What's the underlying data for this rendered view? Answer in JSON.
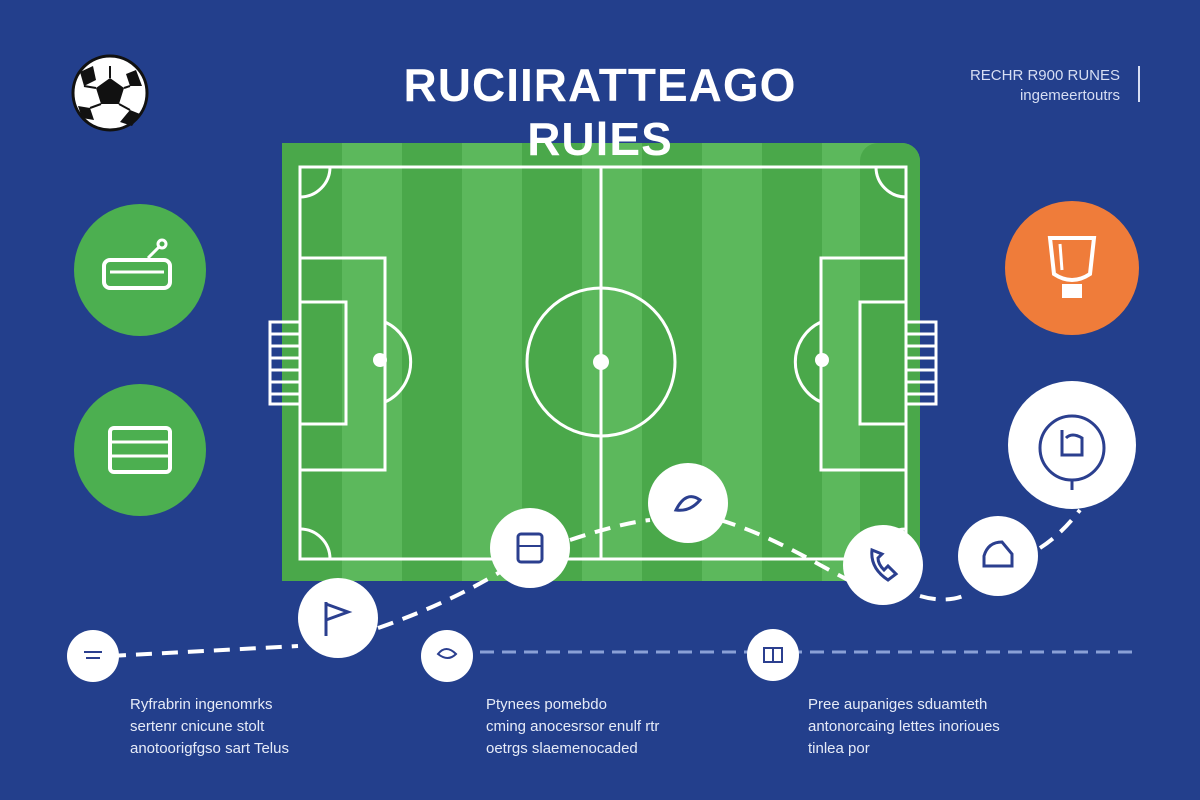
{
  "title": "RUCIIRATTEAGO RUlES",
  "header_note": {
    "line1": "RECHR R900 RUNES",
    "line2": "ingemeertoutrs"
  },
  "colors": {
    "background": "#233f8c",
    "pitch_light": "#5cb85c",
    "pitch_dark": "#4aa84a",
    "lines": "#ffffff",
    "circle_green": "#4caf50",
    "circle_orange": "#ef7c3a",
    "node": "#ffffff",
    "node_icon": "#2b3f8f"
  },
  "side_icons": {
    "left_top": "whistle-icon",
    "left_bottom": "rulebook-icon",
    "right_top": "trophy-cup-icon",
    "right_bottom": "touch-hand-icon"
  },
  "path_nodes": [
    {
      "icon": "flag-icon"
    },
    {
      "icon": "player-icon"
    },
    {
      "icon": "card-icon"
    },
    {
      "icon": "shoe-icon"
    },
    {
      "icon": "phone-icon"
    },
    {
      "icon": "helmet-icon"
    }
  ],
  "timeline_nodes": [
    {
      "icon": "field-marker-icon"
    },
    {
      "icon": "tactic-icon"
    },
    {
      "icon": "gift-icon"
    }
  ],
  "captions": [
    {
      "lines": [
        "Ryfrabrin ingenomrks",
        "sertenr cnicune stolt",
        "anotoorigfgso sart Telus"
      ]
    },
    {
      "lines": [
        "Ptynees pomebdo",
        "cming anocesrsor enulf rtr",
        "oetrgs slaemenocaded"
      ]
    },
    {
      "lines": [
        "Pree aupaniges sduamteth",
        "antonorcaing lettes inorioues",
        "tinlea por"
      ]
    }
  ]
}
